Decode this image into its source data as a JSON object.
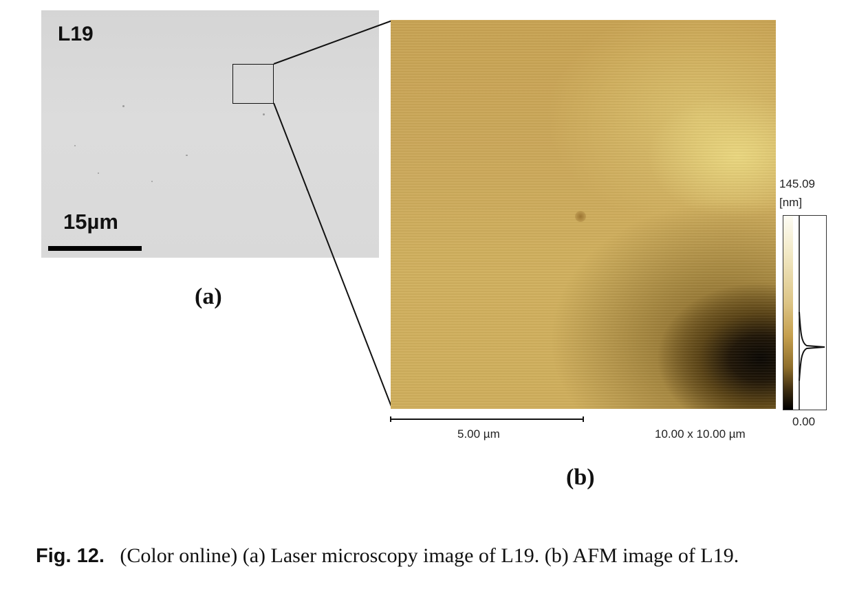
{
  "panel_a": {
    "sample_label": "L19",
    "scale_label": "15µm",
    "panel_letter": "(a)"
  },
  "panel_b": {
    "scale_label": "5.00 µm",
    "scan_size": "10.00 x 10.00 µm",
    "panel_letter": "(b)",
    "colorbar": {
      "max_label": "145.09",
      "unit_label": "[nm]",
      "min_label": "0.00"
    }
  },
  "caption": {
    "fig_label": "Fig. 12.",
    "text": "(Color online) (a) Laser microscopy image of L19. (b) AFM image of L19."
  },
  "colors": {
    "afm_base": "#cba85a",
    "afm_dark": "#0a0703",
    "laser_gray": "#d9d9d9"
  }
}
